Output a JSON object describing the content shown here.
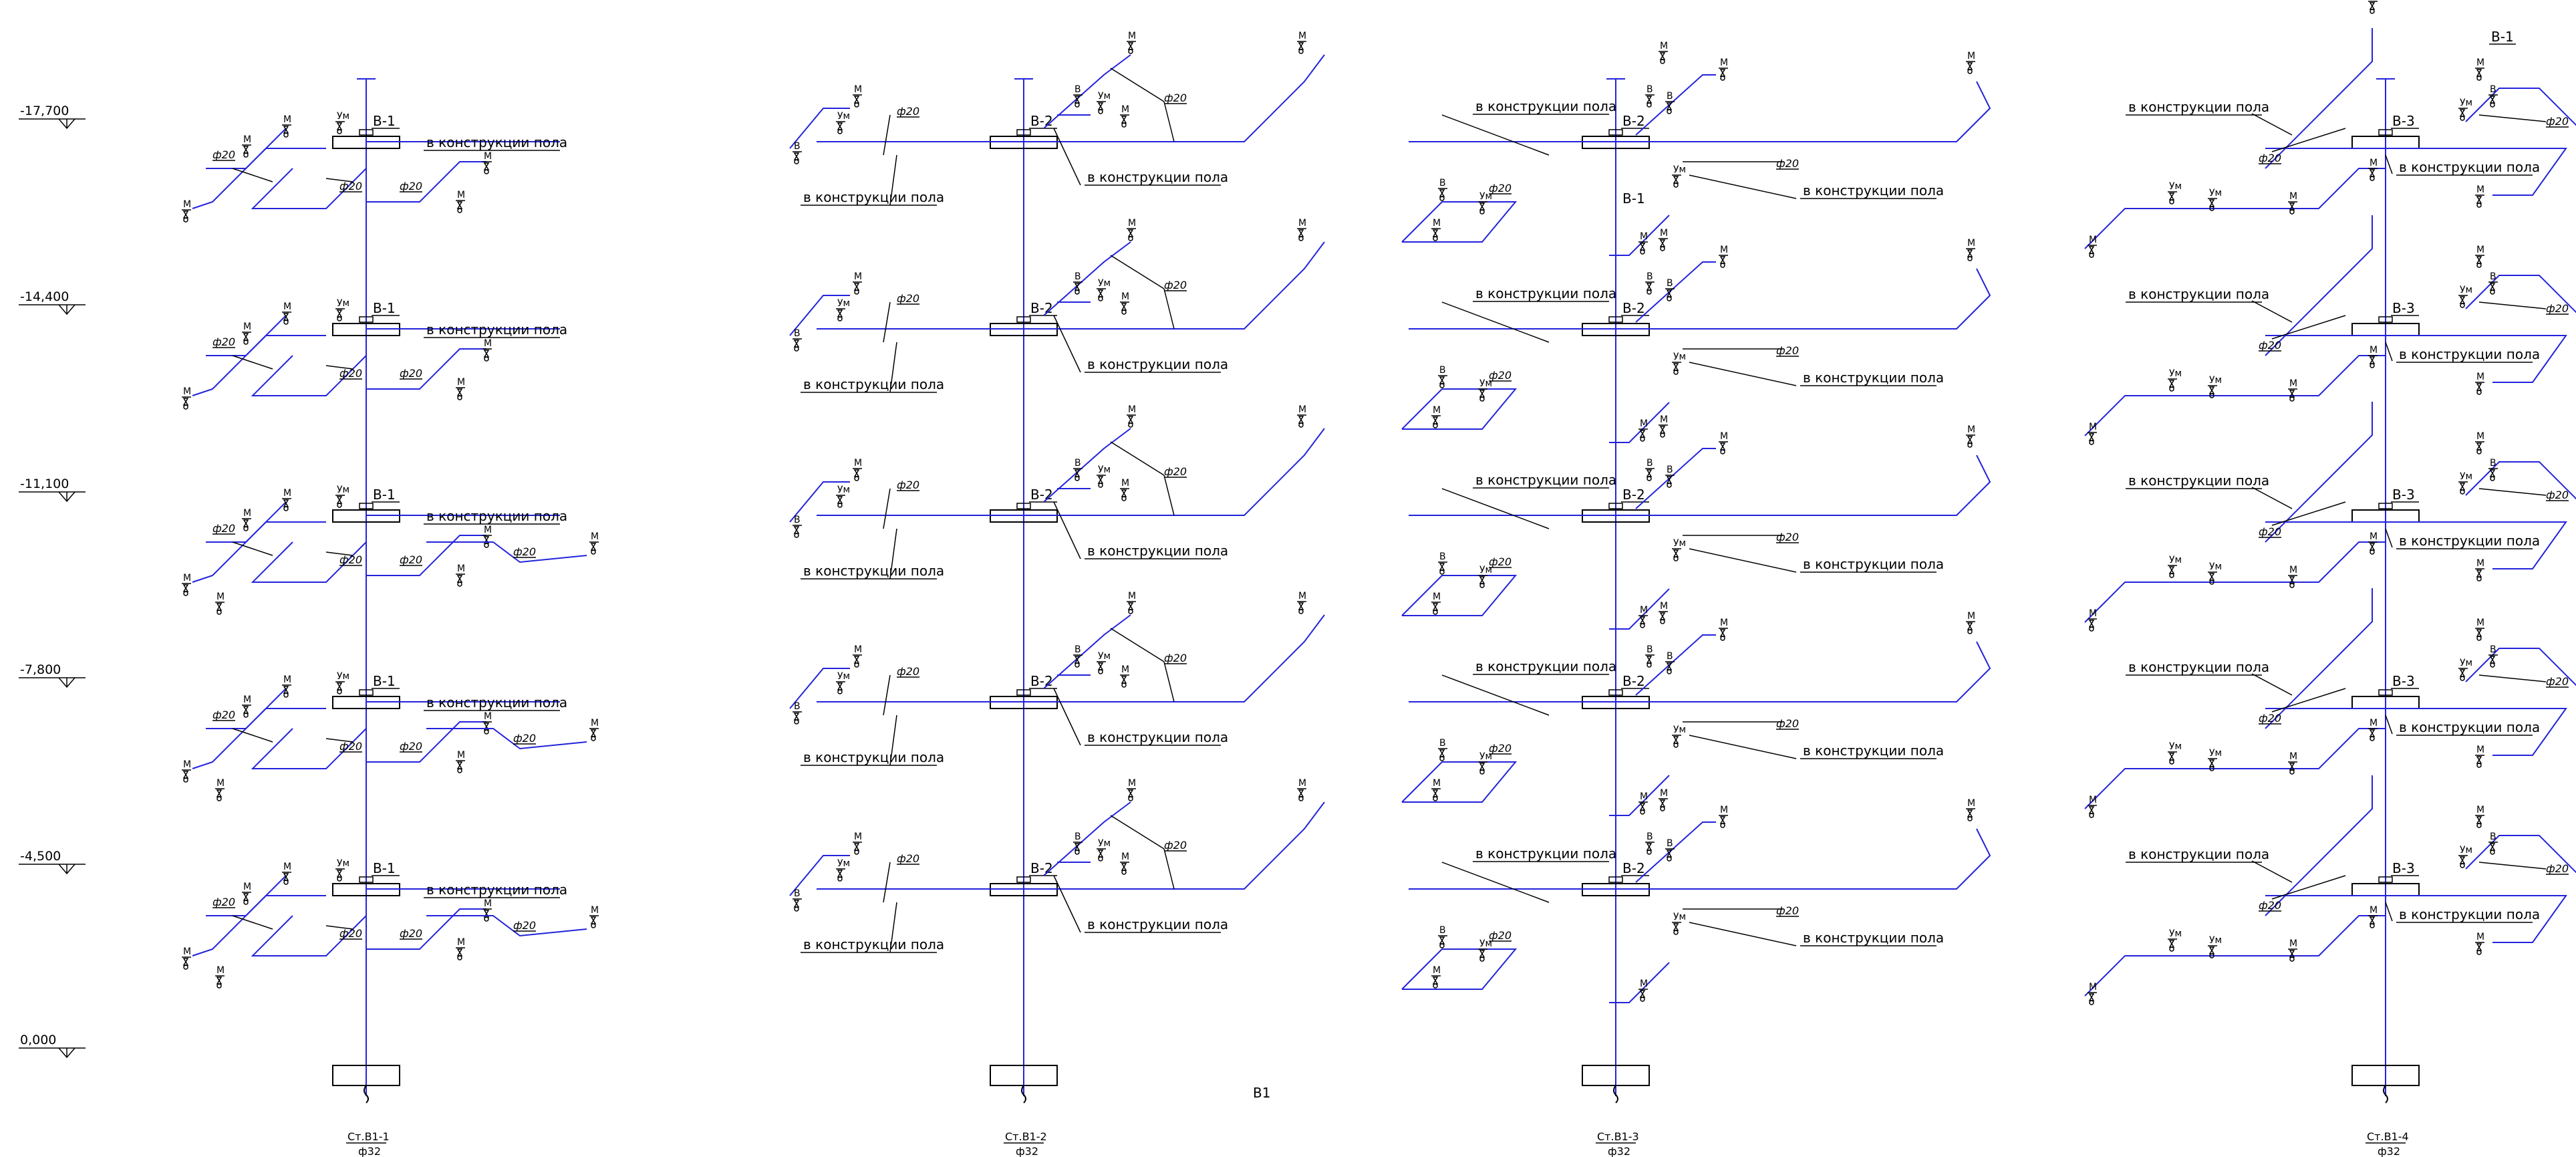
{
  "levels": [
    "-17,700",
    "-14,400",
    "-11,100",
    "-7,800",
    "-4,500",
    "0,000"
  ],
  "note_floor": "в конструкции пола",
  "diameter_branch": "ф20",
  "fixture_M": "М",
  "fixture_V": "В",
  "fixture_Um": "Ум",
  "center_code": "В1",
  "risers": [
    {
      "name": "Ст.В1-1",
      "dia": "ф32",
      "tag": "В-1",
      "tags": [
        "В-1",
        "В-1",
        "В-1",
        "В-1",
        "В-1"
      ]
    },
    {
      "name": "Ст.В1-2",
      "dia": "ф32",
      "tag": "В-2",
      "tags": [
        "В-2",
        "В-2",
        "В-2",
        "В-2",
        "В-2"
      ]
    },
    {
      "name": "Ст.В1-3",
      "dia": "ф32",
      "tag": "В-2",
      "tags": [
        "В-2",
        "В-2",
        "В-2",
        "В-2",
        "В-2"
      ],
      "extra_tag": "В-1"
    },
    {
      "name": "Ст.В1-4",
      "dia": "ф32",
      "tag": "В-3",
      "tags": [
        "В-3",
        "В-3",
        "В-3",
        "В-3",
        "В-3"
      ],
      "top_tag": "В-1"
    }
  ],
  "colors": {
    "pipe": "#2323dc",
    "line": "#000000"
  }
}
